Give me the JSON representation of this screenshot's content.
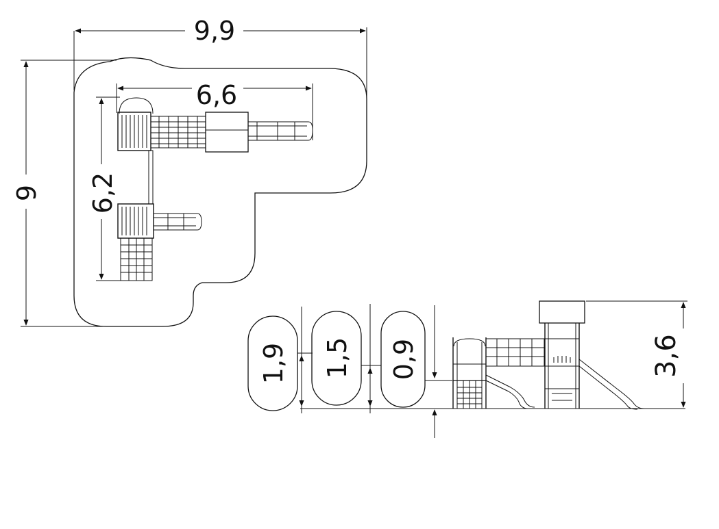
{
  "plan_view": {
    "overall_width": "9,9",
    "overall_depth": "9",
    "structure_width": "6,6",
    "structure_depth": "6,2"
  },
  "elevation_view": {
    "height_badge_1": "1,9",
    "height_badge_2": "1,5",
    "height_badge_3": "0,9",
    "overall_height": "3,6"
  },
  "colors": {
    "line": "#111111",
    "background": "#ffffff"
  }
}
